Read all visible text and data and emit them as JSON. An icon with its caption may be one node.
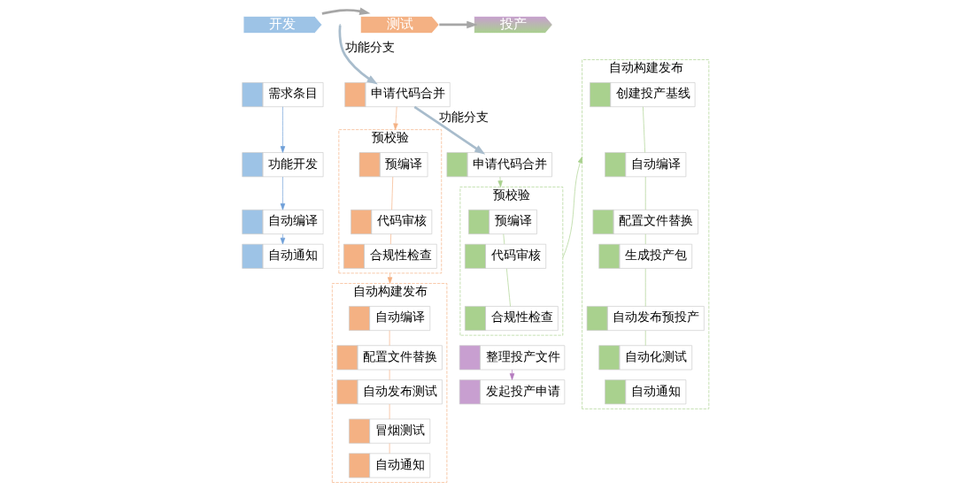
{
  "diagram": {
    "nodes": [
      {
        "text": [
          "开发"
        ]
      },
      {
        "text": [
          "测试"
        ]
      },
      {
        "text": [
          "投产"
        ]
      },
      {
        "text": [
          "需求条目"
        ]
      },
      {
        "text": [
          "功能开发"
        ]
      },
      {
        "text": [
          "自动编译"
        ]
      },
      {
        "text": [
          "自动通知"
        ]
      },
      {
        "text": [
          "申请代码合并"
        ]
      },
      {
        "text": [
          "预校验"
        ]
      },
      {
        "text": [
          "预编译"
        ],
        "in": 8
      },
      {
        "text": [
          "代码审核"
        ],
        "in": 8
      },
      {
        "text": [
          "合规性检查"
        ],
        "in": 8
      },
      {
        "text": [
          "自动构建发布"
        ]
      },
      {
        "text": [
          "自动编译"
        ],
        "in": 12
      },
      {
        "text": [
          "配置文件替换"
        ],
        "in": 12
      },
      {
        "text": [
          "自动发布测试"
        ],
        "in": 12
      },
      {
        "text": [
          "冒烟测试"
        ],
        "in": 12
      },
      {
        "text": [
          "自动通知"
        ],
        "in": 12
      },
      {
        "text": [
          "申请代码合并"
        ]
      },
      {
        "text": [
          "预校验"
        ]
      },
      {
        "text": [
          "预编译"
        ],
        "in": 19
      },
      {
        "text": [
          "代码审核"
        ],
        "in": 19
      },
      {
        "text": [
          "合规性检查"
        ],
        "in": 19
      },
      {
        "text": [
          "整理投产文件"
        ]
      },
      {
        "text": [
          "发起投产申请"
        ]
      },
      {
        "text": [
          "自动构建发布"
        ]
      },
      {
        "text": [
          "创建投产基线"
        ],
        "in": 25
      },
      {
        "text": [
          "自动编译"
        ],
        "in": 25
      },
      {
        "text": [
          "配置文件替换"
        ],
        "in": 25
      },
      {
        "text": [
          "生成投产包"
        ],
        "in": 25
      },
      {
        "text": [
          "自动发布预投产"
        ],
        "in": 25
      },
      {
        "text": [
          "自动化测试"
        ],
        "in": 25
      },
      {
        "text": [
          "自动通知"
        ],
        "in": 25
      }
    ],
    "edges": [
      {
        "from": 0,
        "to": 1,
        "arrow": "to",
        "style": "thick",
        "color": "#a6a6a6"
      },
      {
        "from": 1,
        "to": 2,
        "arrow": "to",
        "style": "thick",
        "color": "#a6a6a6"
      },
      {
        "from": 3,
        "to": 4,
        "arrow": "to",
        "color": "#6f9fd8"
      },
      {
        "from": 4,
        "to": 5,
        "arrow": "to",
        "color": "#6f9fd8"
      },
      {
        "from": 5,
        "to": 6,
        "arrow": "to",
        "color": "#6f9fd8"
      },
      {
        "from": null,
        "to": 7,
        "arrow": "to",
        "label": "功能分支",
        "style": "thick",
        "color": "#a8bccc"
      },
      {
        "from": 7,
        "to": 18,
        "arrow": "to",
        "label": "功能分支",
        "style": "thick",
        "color": "#a8bccc"
      },
      {
        "from": 7,
        "to": 8,
        "arrow": "to",
        "color": "#f4b183"
      },
      {
        "from": 9,
        "to": 10,
        "arrow": "none",
        "color": "#f4b183"
      },
      {
        "from": 10,
        "to": 11,
        "arrow": "none",
        "color": "#f4b183"
      },
      {
        "from": 8,
        "to": 12,
        "arrow": "to",
        "color": "#f4b183"
      },
      {
        "from": 13,
        "to": 14,
        "arrow": "none",
        "color": "#f4b183"
      },
      {
        "from": 14,
        "to": 15,
        "arrow": "none",
        "color": "#f4b183"
      },
      {
        "from": 15,
        "to": 16,
        "arrow": "none",
        "color": "#f4b183"
      },
      {
        "from": 16,
        "to": 17,
        "arrow": "none",
        "color": "#f4b183"
      },
      {
        "from": 18,
        "to": 19,
        "arrow": "to",
        "color": "#a9d18e"
      },
      {
        "from": 20,
        "to": 21,
        "arrow": "none",
        "color": "#a9d18e"
      },
      {
        "from": 21,
        "to": 22,
        "arrow": "none",
        "color": "#a9d18e"
      },
      {
        "from": 19,
        "to": 25,
        "arrow": "to",
        "color": "#a9d18e"
      },
      {
        "from": 23,
        "to": 24,
        "arrow": "to",
        "color": "#b57cc0"
      },
      {
        "from": 26,
        "to": 27,
        "arrow": "none",
        "color": "#a9d18e"
      },
      {
        "from": 27,
        "to": 28,
        "arrow": "none",
        "color": "#a9d18e"
      },
      {
        "from": 28,
        "to": 29,
        "arrow": "none",
        "color": "#a9d18e"
      },
      {
        "from": 29,
        "to": 30,
        "arrow": "none",
        "color": "#a9d18e"
      },
      {
        "from": 30,
        "to": 31,
        "arrow": "none",
        "color": "#a9d18e"
      }
    ]
  }
}
